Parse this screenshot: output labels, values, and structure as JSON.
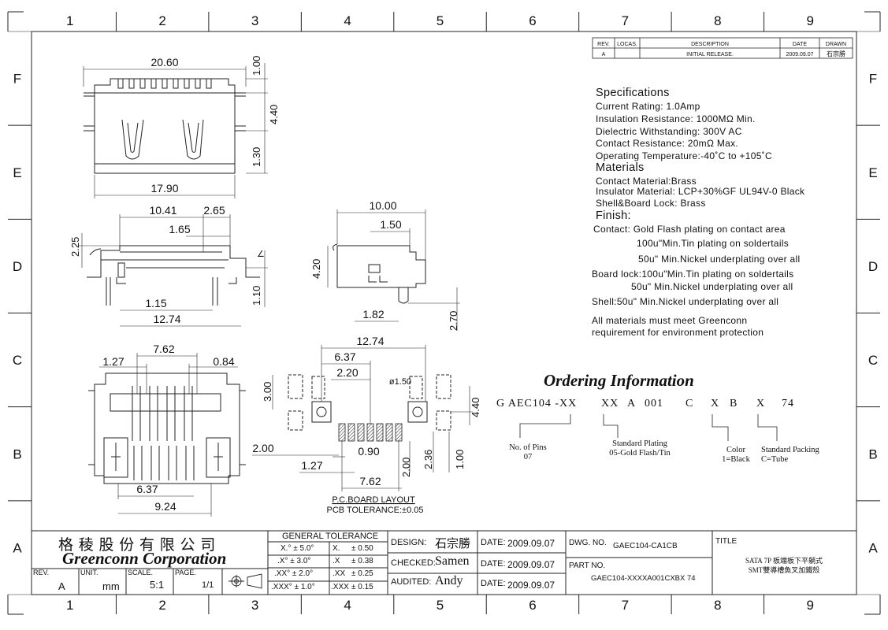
{
  "border": {
    "columns": [
      "1",
      "2",
      "3",
      "4",
      "5",
      "6",
      "7",
      "8",
      "9"
    ],
    "rows": [
      "F",
      "E",
      "D",
      "C",
      "B",
      "A"
    ]
  },
  "revision_table": {
    "headers": [
      "REV.",
      "LOCAS.",
      "DESCRIPTION",
      "DATE",
      "DRAWN"
    ],
    "row": [
      "A",
      "",
      "INITIAL RELEASE.",
      "2009.09.07",
      "石宗勝"
    ]
  },
  "specifications": {
    "title": "Specifications",
    "lines": [
      "Current Rating: 1.0Amp",
      "Insulation Resistance: 1000MΩ Min.",
      "Dielectric Withstanding: 300V AC",
      "Contact Resistance: 20mΩ Max.",
      "Operating Temperature:-40˚C to +105˚C"
    ],
    "materials_title": "Materials",
    "materials": [
      "Contact Material:Brass",
      "Insulator Material: LCP+30%GF UL94V-0 Black",
      "Shell&Board Lock: Brass"
    ],
    "finish_title": "Finish:",
    "finish": [
      "Contact: Gold Flash plating on contact area",
      "100u\"Min.Tin plating on soldertails",
      "50u\" Min.Nickel underplating over all",
      "Board lock:100u\"Min.Tin plating on soldertails",
      "50u\" Min.Nickel underplating over all",
      "Shell:50u\" Min.Nickel underplating over all"
    ],
    "note": [
      "All materials must meet Greenconn",
      "requirement for environment protection"
    ]
  },
  "ordering": {
    "title": "Ordering Information",
    "code": [
      "G AEC104 -XX",
      "XX",
      "A",
      "001",
      "C",
      "X",
      "B",
      "X",
      "74"
    ],
    "labels": [
      [
        "No. of Pins",
        "07"
      ],
      [
        "Standard Plating",
        "05-Gold Flash/Tin"
      ],
      [
        "Color",
        "1=Black"
      ],
      [
        "Standard Packing",
        "C=Tube"
      ]
    ]
  },
  "dimensions": {
    "top": [
      "20.60",
      "17.90",
      "1.00",
      "4.40",
      "1.30"
    ],
    "side": [
      "10.41",
      "2.65",
      "1.65",
      "2.25",
      "1.10",
      "1.15",
      "12.74"
    ],
    "end": [
      "10.00",
      "1.50",
      "4.20",
      "1.82",
      "2.70"
    ],
    "front": [
      "7.62",
      "1.27",
      "0.84",
      "6.37",
      "9.24"
    ],
    "pcb": [
      "12.74",
      "6.37",
      "2.20",
      "ø1.50",
      "3.00",
      "4.40",
      "2.00",
      "0.90",
      "1.27",
      "2.36",
      "1.00",
      "2.00",
      "7.62"
    ],
    "pcb_title": "P.C.BOARD LAYOUT",
    "pcb_tolerance": "PCB TOLERANCE:±0.05"
  },
  "title_block": {
    "company_cn": "格 稜 股 份 有 限 公 司",
    "company_en": "Greenconn Corporation",
    "rev_label": "REV.",
    "rev": "A",
    "unit_label": "UNIT.",
    "unit": "mm",
    "scale_label": "SCALE.",
    "scale": "5:1",
    "page_label": "PAGE.",
    "page": "1/1",
    "tolerance_title": "GENERAL TOLERANCE",
    "tolerances": [
      [
        "X.° ± 5.0°",
        "X.",
        "± 0.50"
      ],
      [
        ".X° ± 3.0°",
        ".X",
        "± 0.38"
      ],
      [
        ".XX° ± 2.0°",
        ".XX",
        "± 0.25"
      ],
      [
        ".XXX° ± 1.0°",
        ".XXX",
        "± 0.15"
      ]
    ],
    "design_label": "DESIGN:",
    "design": "石宗勝",
    "checked_label": "CHECKED:",
    "checked": "Samen",
    "audited_label": "AUDITED:",
    "audited": "Andy",
    "date_label": "DATE:",
    "dates": [
      "2009.09.07",
      "2009.09.07",
      "2009.09.07"
    ],
    "dwg_label": "DWG. NO.",
    "dwg_no": "GAEC104-CA1CB",
    "part_label": "PART NO.",
    "part_no": "GAEC104-XXXXA001CXBX 74",
    "title_label": "TITLE",
    "title_lines": [
      "SATA 7P 板端板下平躺式",
      "SMT雙導槽魚叉加鐵殼"
    ]
  }
}
